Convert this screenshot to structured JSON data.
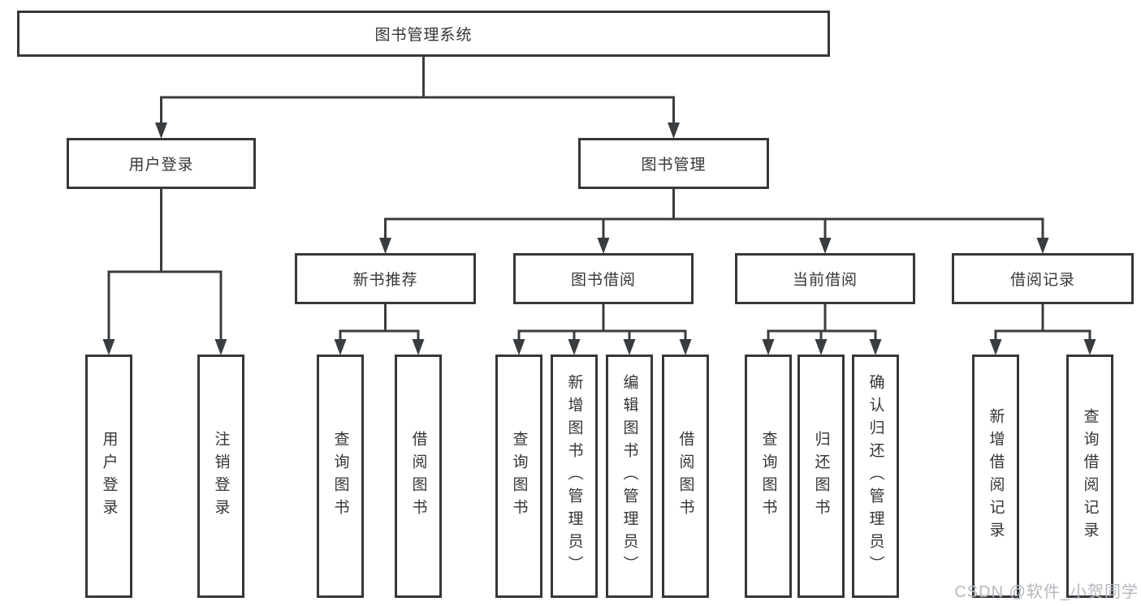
{
  "colors": {
    "line": "#3a3d40",
    "box_border": "#35383b",
    "text": "#333639",
    "watermark": "#b4b8bd",
    "background": "#ffffff"
  },
  "watermark": {
    "text": "CSDN @软件_小贺同学"
  },
  "tree": {
    "root": {
      "label": "图书管理系统"
    },
    "branches": [
      {
        "label": "用户登录",
        "children": [
          {
            "label": "用户登录"
          },
          {
            "label": "注销登录"
          }
        ]
      },
      {
        "label": "图书管理",
        "children": [
          {
            "label": "新书推荐",
            "children": [
              {
                "label": "查询图书"
              },
              {
                "label": "借阅图书"
              }
            ]
          },
          {
            "label": "图书借阅",
            "children": [
              {
                "label": "查询图书"
              },
              {
                "label": "新增图书（管理员）"
              },
              {
                "label": "编辑图书（管理员）"
              },
              {
                "label": "借阅图书"
              }
            ]
          },
          {
            "label": "当前借阅",
            "children": [
              {
                "label": "查询图书"
              },
              {
                "label": "归还图书"
              },
              {
                "label": "确认归还（管理员）"
              }
            ]
          },
          {
            "label": "借阅记录",
            "children": [
              {
                "label": "新增借阅记录"
              },
              {
                "label": "查询借阅记录"
              }
            ]
          }
        ]
      }
    ]
  }
}
